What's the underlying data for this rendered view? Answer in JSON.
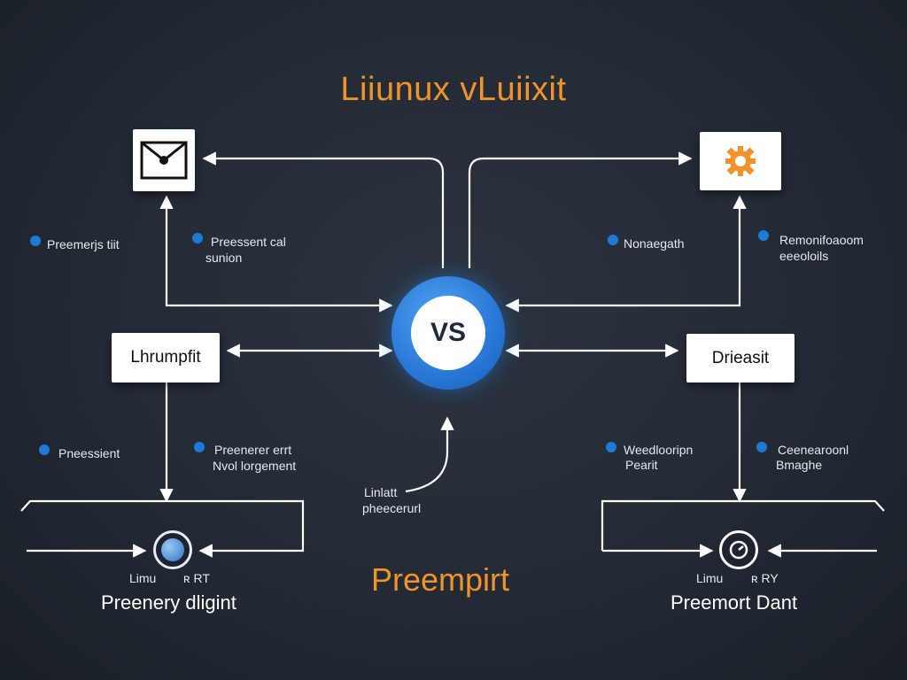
{
  "title": "Liiunux vLuiixit",
  "hub": {
    "label": "VS"
  },
  "boxes": {
    "left_mid": "Lhrumpfit",
    "right_mid": "Drieasit"
  },
  "notes": {
    "top_left_a": "Preemerjs tiit",
    "top_left_b_1": "Preessent cal",
    "top_left_b_2": "sunion",
    "top_right_a": "Nonaegath",
    "top_right_b_1": "Remonifoaoom",
    "top_right_b_2": "eeeoloils",
    "bottom_left_a": "Pneessient",
    "bottom_left_b_1": "Preenerer errt",
    "bottom_left_b_2": "Nvol lorgement",
    "bottom_right_a_1": "Weedlooripn",
    "bottom_right_a_2": "Pearit",
    "bottom_right_b_1": "Ceenearoonl",
    "bottom_right_b_2": "Bmaghe",
    "center_1": "Linlatt",
    "center_2": "pheecerurl"
  },
  "bottom_left": {
    "small_left": "Limu",
    "small_right": "ʀ RT",
    "label": "Preenery dligint"
  },
  "bottom_right": {
    "small_left": "Limu",
    "small_right": "ʀ RY",
    "label": "Preemort Dant"
  },
  "footer": "Preempirt",
  "colors": {
    "accent_orange": "#f0932b",
    "accent_blue": "#1e7ad6",
    "background": "#232a34"
  }
}
